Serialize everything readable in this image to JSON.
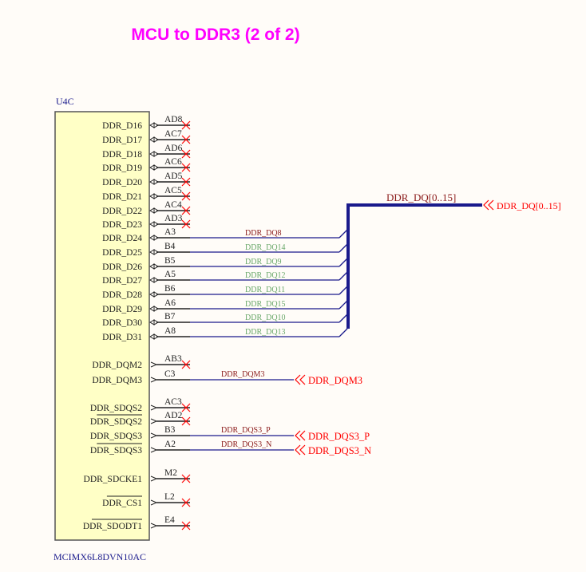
{
  "title": "MCU to DDR3 (2 of 2)",
  "component": {
    "designator": "U4C",
    "part_number": "MCIMX6L8DVN10AC"
  },
  "colors": {
    "title": "#ff00ff",
    "body_fill": "#ffffc6",
    "wire": "#1a1a8c",
    "no_connect": "#ff0000",
    "port": "#ff0000",
    "net_label_dark": "#8b1a1a",
    "net_label_green": "#6aa86a",
    "designator": "#1a1a8c"
  },
  "pins": [
    {
      "name": "DDR_D16",
      "number": "AD8",
      "type": "io",
      "nc": true
    },
    {
      "name": "DDR_D17",
      "number": "AC7",
      "type": "io",
      "nc": true
    },
    {
      "name": "DDR_D18",
      "number": "AD6",
      "type": "io",
      "nc": true
    },
    {
      "name": "DDR_D19",
      "number": "AC6",
      "type": "io",
      "nc": true
    },
    {
      "name": "DDR_D20",
      "number": "AD5",
      "type": "io",
      "nc": true
    },
    {
      "name": "DDR_D21",
      "number": "AC5",
      "type": "io",
      "nc": true
    },
    {
      "name": "DDR_D22",
      "number": "AC4",
      "type": "io",
      "nc": true
    },
    {
      "name": "DDR_D23",
      "number": "AD3",
      "type": "io",
      "nc": true
    },
    {
      "name": "DDR_D24",
      "number": "A3",
      "type": "io",
      "net": "DDR_DQ8",
      "net_color": "dark",
      "bus": true
    },
    {
      "name": "DDR_D25",
      "number": "B4",
      "type": "io",
      "net": "DDR_DQ14",
      "net_color": "green",
      "bus": true
    },
    {
      "name": "DDR_D26",
      "number": "B5",
      "type": "io",
      "net": "DDR_DQ9",
      "net_color": "green",
      "bus": true
    },
    {
      "name": "DDR_D27",
      "number": "A5",
      "type": "io",
      "net": "DDR_DQ12",
      "net_color": "green",
      "bus": true
    },
    {
      "name": "DDR_D28",
      "number": "B6",
      "type": "io",
      "net": "DDR_DQ11",
      "net_color": "green",
      "bus": true
    },
    {
      "name": "DDR_D29",
      "number": "A6",
      "type": "io",
      "net": "DDR_DQ15",
      "net_color": "green",
      "bus": true
    },
    {
      "name": "DDR_D30",
      "number": "B7",
      "type": "io",
      "net": "DDR_DQ10",
      "net_color": "green",
      "bus": true
    },
    {
      "name": "DDR_D31",
      "number": "A8",
      "type": "io",
      "net": "DDR_DQ13",
      "net_color": "green",
      "bus": true
    },
    {
      "name": "DDR_DQM2",
      "number": "AB3",
      "type": "out",
      "nc": true
    },
    {
      "name": "DDR_DQM3",
      "number": "C3",
      "type": "out",
      "net": "DDR_DQM3",
      "port": "DDR_DQM3"
    },
    {
      "name": "DDR_SDQS2",
      "number": "AC3",
      "type": "out",
      "nc": true
    },
    {
      "name": "DDR_SDQS2",
      "number": "AD2",
      "type": "out",
      "nc": true,
      "overline": true
    },
    {
      "name": "DDR_SDQS3",
      "number": "B3",
      "type": "out",
      "net": "DDR_DQS3_P",
      "port": "DDR_DQS3_P"
    },
    {
      "name": "DDR_SDQS3",
      "number": "A2",
      "type": "out",
      "net": "DDR_DQS3_N",
      "port": "DDR_DQS3_N",
      "overline": true
    },
    {
      "name": "DDR_SDCKE1",
      "number": "M2",
      "type": "out",
      "nc": true
    },
    {
      "name": "DDR_CS1",
      "number": "L2",
      "type": "out",
      "nc": true,
      "overline": true
    },
    {
      "name": "DDR_SDODT1",
      "number": "E4",
      "type": "out",
      "nc": true,
      "overline": true
    }
  ],
  "bus": {
    "label": "DDR_DQ[0..15]",
    "port": "DDR_DQ[0..15]"
  }
}
